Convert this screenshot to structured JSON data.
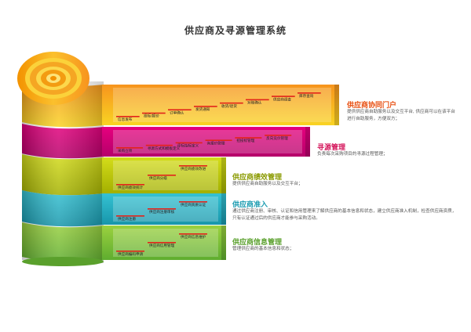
{
  "title": "供应商及寻源管理系统",
  "bands": [
    {
      "id": "portal",
      "title": "供应商协同门户",
      "description": "提供供应商自助服务以及交互平台, 供应商可以在该平台进行自助服务，方便双方；",
      "colors": {
        "top": "#f7941d",
        "bottom": "#f9d423",
        "text": "#e84e0f"
      },
      "steps": [
        "信息发布",
        "投标/报价",
        "订单确认",
        "发货通知",
        "收货/退货",
        "对账确认",
        "供应商调查",
        "库存查询"
      ]
    },
    {
      "id": "sourcing",
      "title": "寻源管理",
      "description": "负责每次采购项目的寻源过程管理；",
      "colors": {
        "top": "#e6007e",
        "bottom": "#c1006b",
        "text": "#d4145a"
      },
      "steps": [
        "采购立项",
        "寻源方式和模板定义",
        "评标指标定义",
        "询报价管理",
        "招投标管理",
        "反向竞价管理"
      ]
    },
    {
      "id": "performance",
      "title": "供应商绩效管理",
      "description": "提供供应商自助服务以及交互平台；",
      "colors": {
        "top": "#c9d200",
        "bottom": "#a8b400",
        "text": "#8a9a00"
      },
      "steps": [
        "供应商绩效统计",
        "供应商分级",
        "供应商绩效改进"
      ]
    },
    {
      "id": "admission",
      "title": "供应商准入",
      "description": "通过供应商注册、审核、认证和信用管理来了解供应商的基本信息和状态，建立供应商准入机制，检查供应商资质，只有认证通过后的供应商才能参与采购活动。",
      "colors": {
        "top": "#29b6c9",
        "bottom": "#1a9bb0",
        "text": "#1a9bb0"
      },
      "steps": [
        "供应商注册",
        "供应商注册审核",
        "供应商资质认证"
      ]
    },
    {
      "id": "info",
      "title": "供应商信息管理",
      "description": "管理供应商的基本信息和状态；",
      "colors": {
        "top": "#8dc63f",
        "bottom": "#6db33f",
        "text": "#5aa02c"
      },
      "steps": [
        "供应商编码申请",
        "供应商信用管理",
        "供应商信息维护"
      ]
    }
  ]
}
